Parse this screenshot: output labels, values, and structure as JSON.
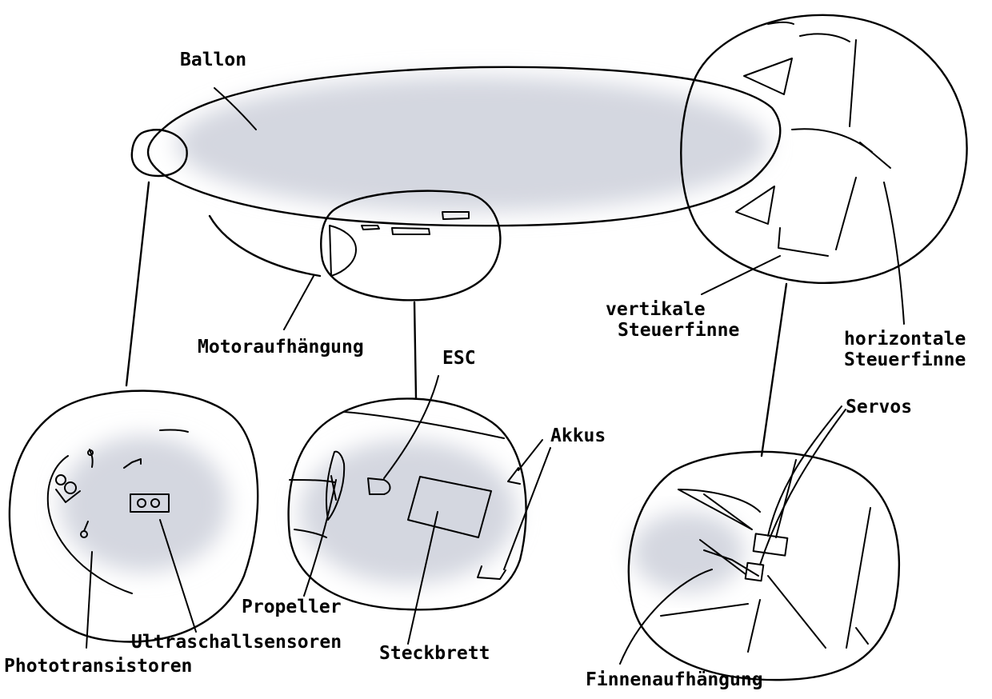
{
  "labels": {
    "ballon": "Ballon",
    "motoraufhaengung": "Motoraufhängung",
    "vertikale_line1": "vertikale",
    "vertikale_line2": "Steuerfinne",
    "horizontale_line1": "horizontale",
    "horizontale_line2": "Steuerfinne",
    "esc": "ESC",
    "akkus": "Akkus",
    "servos": "Servos",
    "propeller": "Propeller",
    "steckbrett": "Steckbrett",
    "ultraschallsensoren": "Ultraschallsensoren",
    "phototransistoren": "Phototransistoren",
    "finnenaufhaengung": "Finnenaufhängung"
  },
  "colors": {
    "ink": "#000000",
    "shade": "#d4d7e0",
    "background": "#ffffff"
  }
}
